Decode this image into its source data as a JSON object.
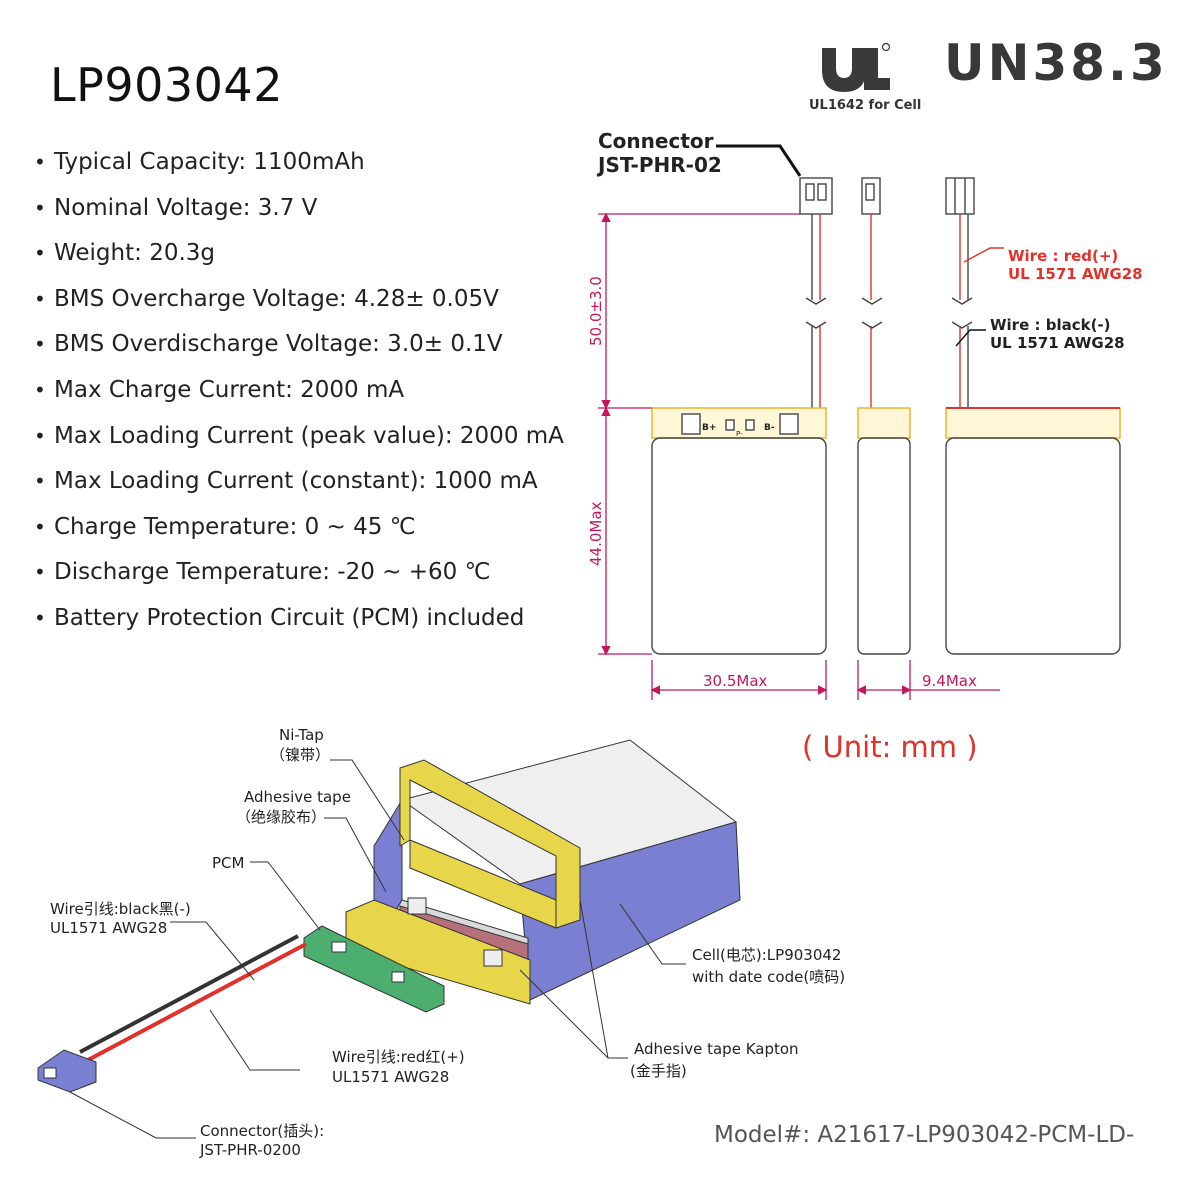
{
  "title": "LP903042",
  "specs": [
    "Typical Capacity: 1100mAh",
    "Nominal Voltage: 3.7 V",
    "Weight: 20.3g",
    "BMS Overcharge Voltage: 4.28± 0.05V",
    "BMS Overdischarge Voltage: 3.0± 0.1V",
    "Max Charge Current: 2000 mA",
    "Max Loading Current (peak value): 2000 mA",
    "Max Loading Current (constant): 1000 mA",
    "Charge Temperature: 0 ~ 45 ℃",
    "Discharge Temperature: -20 ~ +60 ℃",
    "Battery Protection Circuit (PCM) included"
  ],
  "certifications": {
    "un": "UN38.3",
    "ul_caption": "UL1642 for Cell"
  },
  "drawing": {
    "connector_title": "Connector",
    "connector_model": "JST-PHR-02",
    "wire_red": "Wire : red(+)",
    "wire_red_spec": "UL 1571 AWG28",
    "wire_black": "Wire : black(-)",
    "wire_black_spec": "UL 1571 AWG28",
    "dim_lead": "50.0±3.0",
    "dim_height": "44.0Max",
    "dim_width": "30.5Max",
    "dim_thickness": "9.4Max",
    "pcb_bplus": "B+",
    "pcb_bminus": "B-",
    "pcb_p": "P-"
  },
  "unit_note": "( Unit: mm )",
  "exploded": {
    "ni_tap": "Ni-Tap",
    "ni_tap_cn": "（镍带）",
    "adhesive": "Adhesive tape",
    "adhesive_cn": "（绝缘胶布）",
    "pcm": "PCM",
    "wire_black": "Wire引线:black黑(-)",
    "wire_black_spec": "UL1571 AWG28",
    "wire_red": "Wire引线:red红(+)",
    "wire_red_spec": "UL1571 AWG28",
    "connector": "Connector(插头):",
    "connector_model": "JST-PHR-0200",
    "cell": "Cell(电芯):LP903042",
    "cell_note": "with date code(喷码)",
    "kapton": "Adhesive tape Kapton",
    "kapton_cn": "(金手指)"
  },
  "model_number": "Model#: A21617-LP903042-PCM-LD-",
  "colors": {
    "dimension": "#c2185b",
    "red_wire": "#e0312a",
    "tape_yellow": "#e8d64a",
    "cell_side": "#7b7fd1",
    "pcb_green": "#4caf70",
    "kapton_pink": "#b5707a"
  }
}
